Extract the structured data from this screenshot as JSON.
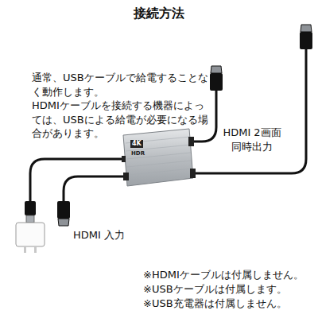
{
  "diagram": {
    "title": "接続方法",
    "labels": [
      "通常、USBケーブルで給電することなく動作します。",
      "HDMIケーブルを接続する機器によっては、USBによる給電が必要になる場合があります。",
      "HDMI 2画面 同時出力",
      "HDMI 入力",
      "4K",
      "HDR",
      "※HDMIケーブルは付属しません。",
      "※USBケーブルは付属します。",
      "※USB充電器は付属しません。"
    ]
  }
}
